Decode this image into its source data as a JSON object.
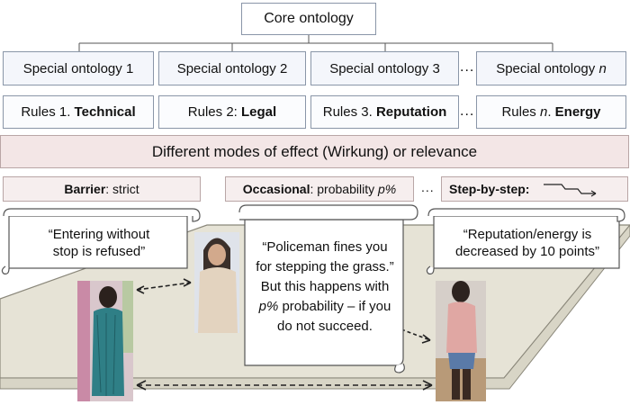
{
  "core": "Core ontology",
  "special": [
    {
      "label": "Special ontology 1",
      "n": ""
    },
    {
      "label": "Special ontology 2",
      "n": ""
    },
    {
      "label": "Special ontology 3",
      "n": ""
    },
    {
      "label": "Special ontology ",
      "n": "n"
    }
  ],
  "ellipsis": "...",
  "rules": [
    {
      "prefix": "Rules 1. ",
      "italic": "",
      "bold": "Technical"
    },
    {
      "prefix": "Rules 2: ",
      "italic": "",
      "bold": "Legal"
    },
    {
      "prefix": "Rules 3. ",
      "italic": "",
      "bold": "Reputation"
    },
    {
      "prefix": "Rules ",
      "italic": "n",
      "bold": "Energy",
      "sep": ". "
    }
  ],
  "modes_banner": "Different modes of effect (Wirkung) or relevance",
  "modes": {
    "barrier_bold": "Barrier",
    "barrier_rest": ": strict",
    "occasional_bold": "Occasional",
    "occasional_rest": ": probability ",
    "occasional_var": "p%",
    "mid_ellipsis": "...",
    "step_bold": "Step-by-step:"
  },
  "scrolls": {
    "left": [
      "“Entering without",
      "stop is refused”"
    ],
    "middle_1": "“Policeman fines you",
    "middle_2": "for stepping the grass.”",
    "middle_3": "But this happens with",
    "middle_4_var": "p%",
    "middle_4_rest": " probability – if you",
    "middle_5": "do not succeed.",
    "right": [
      "“Reputation/energy is",
      "decreased by 10 points”"
    ]
  },
  "colors": {
    "floor": "#e6e3d6",
    "floor_edge": "#8a877a",
    "banner": "#f3e6e6",
    "box_border": "#8a96a8"
  }
}
